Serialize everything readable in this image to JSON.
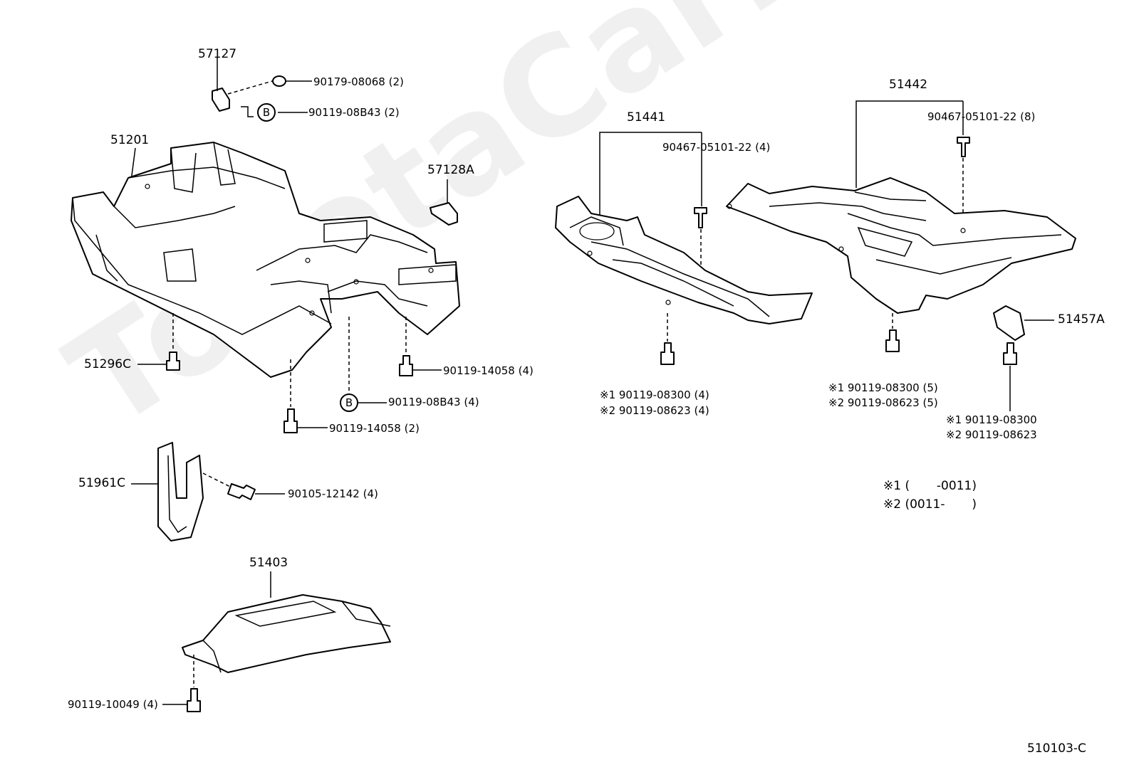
{
  "watermark": "ToyotaCarNik.ru",
  "diagram_code": "510103-C",
  "parts": {
    "p57127": "57127",
    "p90179_08068": "90179-08068 (2)",
    "p90119_08B43_2": "90119-08B43 (2)",
    "b_mark": "B",
    "p51201": "51201",
    "p57128A": "57128A",
    "p51296C": "51296C",
    "p90119_14058_4": "90119-14058 (4)",
    "p90119_08B43_4": "90119-08B43 (4)",
    "p90119_14058_2": "90119-14058 (2)",
    "p51961C": "51961C",
    "p90105_12142": "90105-12142 (4)",
    "p51403": "51403",
    "p90119_10049": "90119-10049 (4)",
    "p51441": "51441",
    "p90467_05101_22_4": "90467-05101-22 (4)",
    "p51442": "51442",
    "p90467_05101_22_8": "90467-05101-22 (8)",
    "p51457A": "51457A",
    "mid_note1": "※1 90119-08300 (4)",
    "mid_note2": "※2 90119-08623 (4)",
    "right_note1": "※1 90119-08300 (5)",
    "right_note2": "※2 90119-08623 (5)",
    "far_note1": "※1 90119-08300",
    "far_note2": "※2 90119-08623"
  },
  "legend": {
    "row1": "※1 (       -0011)",
    "row2": "※2 (0011-       )"
  }
}
